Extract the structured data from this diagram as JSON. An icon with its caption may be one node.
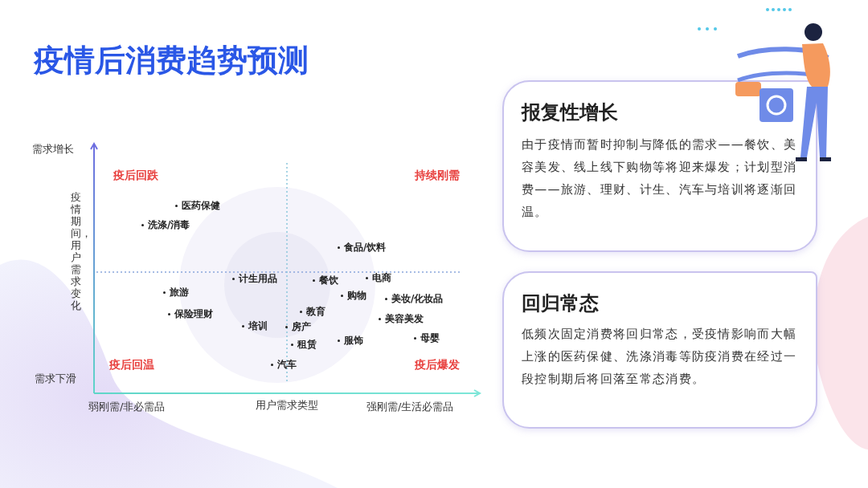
{
  "diagram": {
    "title": "疫情后消费趋势预测",
    "nodes": [
      {
        "text": [
          "报复性增长",
          "由于疫情而暂时抑制与降低的需求——餐饮、美容美发、线上线下购物等将迎来爆发；计划型消费——旅游、理财、计生、汽车与培训将逐渐回温。"
        ]
      },
      {
        "text": [
          "回归常态",
          "低频次固定消费将回归常态，受疫情影响而大幅上涨的医药保健、洗涤消毒等防疫消费在经过一段控制期后将回落至常态消费。"
        ]
      }
    ],
    "labels": [
      "需求增长",
      "疫后回跌",
      "持续刚需",
      "疫情期间，用户需求变化",
      "医药保健",
      "洗涤/消毒",
      "食品/饮料",
      "计生用品",
      "餐饮",
      "电商",
      "旅游",
      "购物",
      "美妆/化妆品",
      "教育",
      "美容美发",
      "保险理财",
      "培训",
      "房产",
      "服饰",
      "母婴",
      "租赁",
      "疫后回温",
      "汽车",
      "疫后爆发",
      "需求下滑",
      "弱刚需/非必需品",
      "用户需求类型",
      "强刚需/生活必需品"
    ]
  }
}
